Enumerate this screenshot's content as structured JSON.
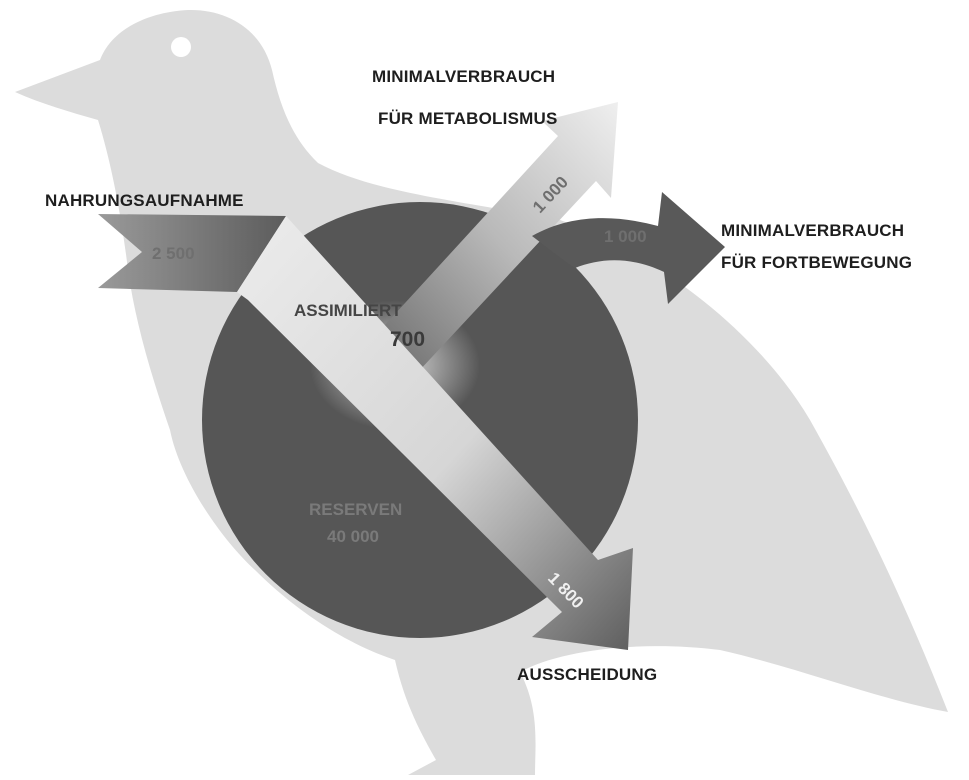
{
  "diagram": {
    "intake_label": "NAHRUNGSAUFNAHME",
    "intake_value": "2 500",
    "metabolism_label_line1": "MINIMALVERBRAUCH",
    "metabolism_label_line2": "FÜR METABOLISMUS",
    "metabolism_value": "1 000",
    "locomotion_label_line1": "MINIMALVERBRAUCH",
    "locomotion_label_line2": "FÜR FORTBEWEGUNG",
    "locomotion_value": "1 000",
    "assimilated_label": "ASSIMILIERT",
    "assimilated_value": "700",
    "reserves_label": "RESERVEN",
    "reserves_value": "40 000",
    "excretion_label": "AUSSCHEIDUNG",
    "excretion_value": "1 800"
  },
  "colors": {
    "bird_silhouette": "#dcdcdc",
    "reserves_circle": "#565656",
    "arrow_dark": "#595959",
    "arrow_light": "#e6e6e6"
  }
}
